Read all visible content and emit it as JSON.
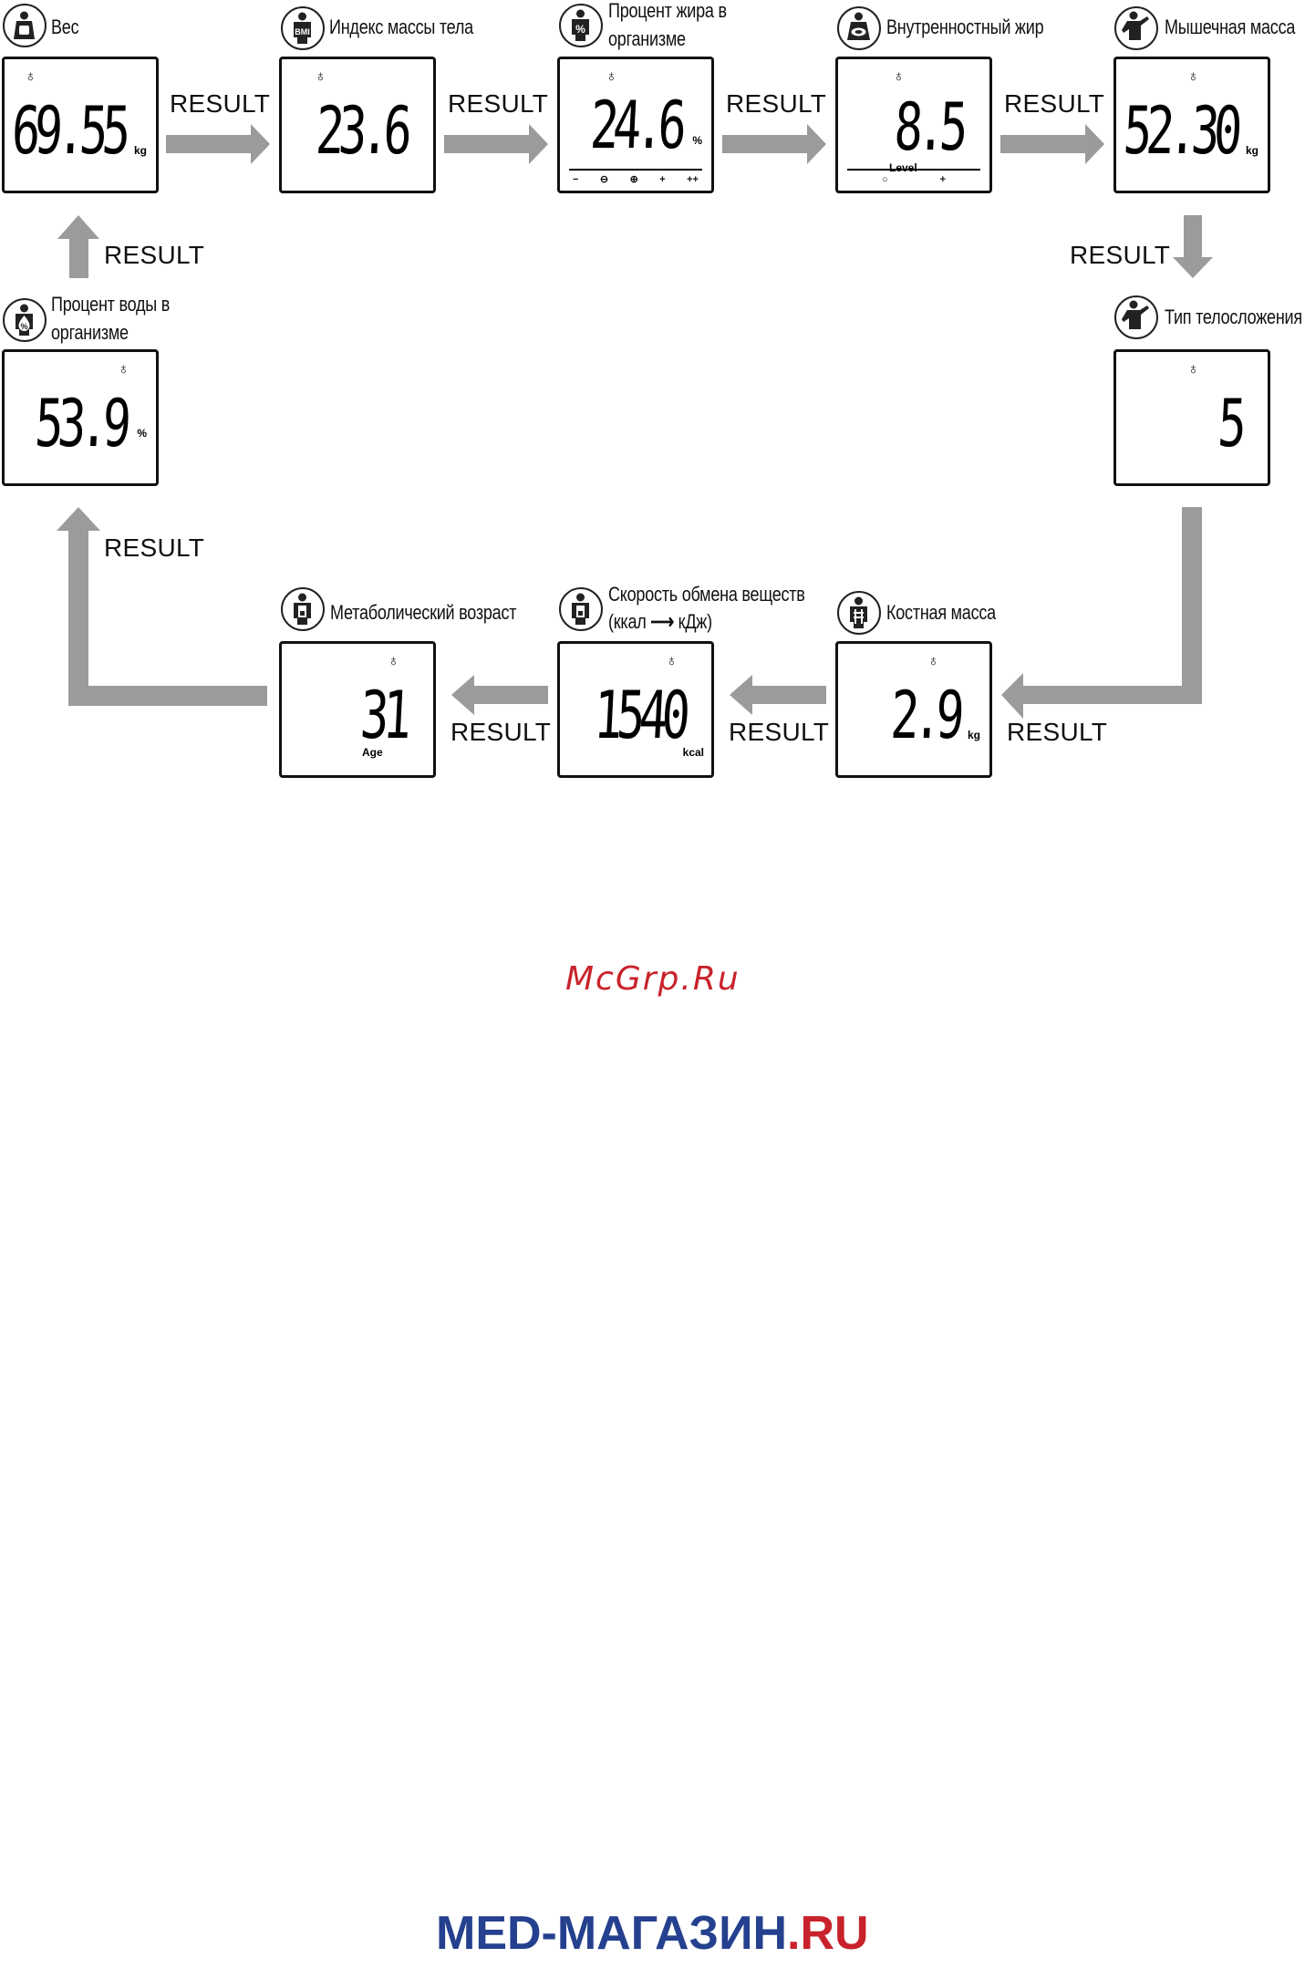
{
  "result_label": "RESULT",
  "colors": {
    "arrow": "#9b9b9b",
    "lcd_border": "#111111",
    "watermark": "#c8232c",
    "logo_blue": "#24408e",
    "logo_red": "#c8232c"
  },
  "steps": [
    {
      "name": "weight",
      "icon": "weight-person-icon",
      "label": "Вес",
      "value": "69.55",
      "unit": "kg"
    },
    {
      "name": "bmi",
      "icon": "bmi-person-icon",
      "icon_text": "BMI",
      "label": "Индекс массы тела",
      "value": "23.6",
      "unit": ""
    },
    {
      "name": "body-fat",
      "icon": "percent-person-icon",
      "icon_text": "%",
      "label_line1": "Процент жира в",
      "label_line2": "организме",
      "value": "24.6",
      "unit": "%",
      "scale": [
        "−",
        "⊖",
        "⊕",
        "+",
        "++"
      ]
    },
    {
      "name": "visceral-fat",
      "icon": "visceral-fat-icon",
      "label": "Внутренностный жир",
      "value": "8.5",
      "unit": "Level",
      "scale": [
        "○",
        "+"
      ]
    },
    {
      "name": "muscle-mass",
      "icon": "muscle-person-icon",
      "label": "Мышечная масса",
      "value": "52.30",
      "unit": "kg"
    },
    {
      "name": "body-type",
      "icon": "muscle-person-icon",
      "label": "Тип телосложения",
      "value": "5",
      "unit": ""
    },
    {
      "name": "bone-mass",
      "icon": "skeleton-icon",
      "label": "Костная масса",
      "value": "2.9",
      "unit": "kg"
    },
    {
      "name": "metabolism-rate",
      "icon": "battery-person-icon",
      "label_line1": "Скорость обмена веществ",
      "label_line2_a": "(ккал",
      "label_line2_b": "кДж)",
      "value": "1540",
      "unit": "kcal"
    },
    {
      "name": "metabolic-age",
      "icon": "battery-person-icon",
      "label": "Метаболический возраст",
      "value": "31",
      "unit": "Age"
    },
    {
      "name": "body-water",
      "icon": "water-person-icon",
      "icon_text": "%",
      "label_line1": "Процент воды в",
      "label_line2": "организме",
      "value": "53.9",
      "unit": "%"
    }
  ],
  "watermark": "McGrp.Ru",
  "footer_logo": {
    "part1": "MED-МАГАЗИН",
    "part2": ".RU"
  }
}
